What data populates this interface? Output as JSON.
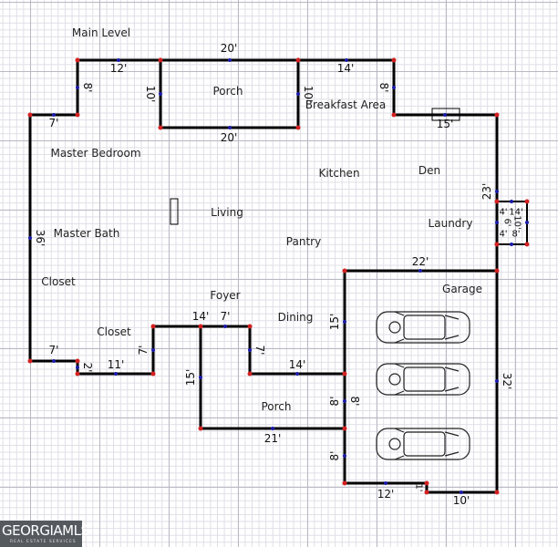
{
  "title": "Main Level",
  "rooms": [
    "Porch",
    "Breakfast Area",
    "Master Bedroom",
    "Kitchen",
    "Den",
    "Living",
    "Master Bath",
    "Pantry",
    "Laundry",
    "Closet",
    "Foyer",
    "Dining",
    "Garage",
    "Closet",
    "Porch"
  ],
  "dimensions": [
    "20'",
    "12'",
    "14'",
    "8'",
    "10'",
    "10'",
    "8'",
    "20'",
    "7'",
    "15'",
    "23'",
    "36'",
    "22'",
    "4'",
    "14'",
    "4'",
    "8'",
    "6'",
    "10'",
    "7'",
    "2'",
    "11'",
    "7'",
    "14'",
    "7'",
    "7'",
    "15'",
    "14'",
    "15'",
    "8'",
    "8'",
    "32'",
    "21'",
    "8'",
    "12'",
    "1'",
    "10'"
  ],
  "logo": {
    "main": "GEORGIAMLS",
    "sub": "REAL ESTATE SERVICES"
  },
  "colors": {
    "wall": "#000000",
    "corner": "#d42020",
    "midpoint": "#1a1aa8"
  }
}
